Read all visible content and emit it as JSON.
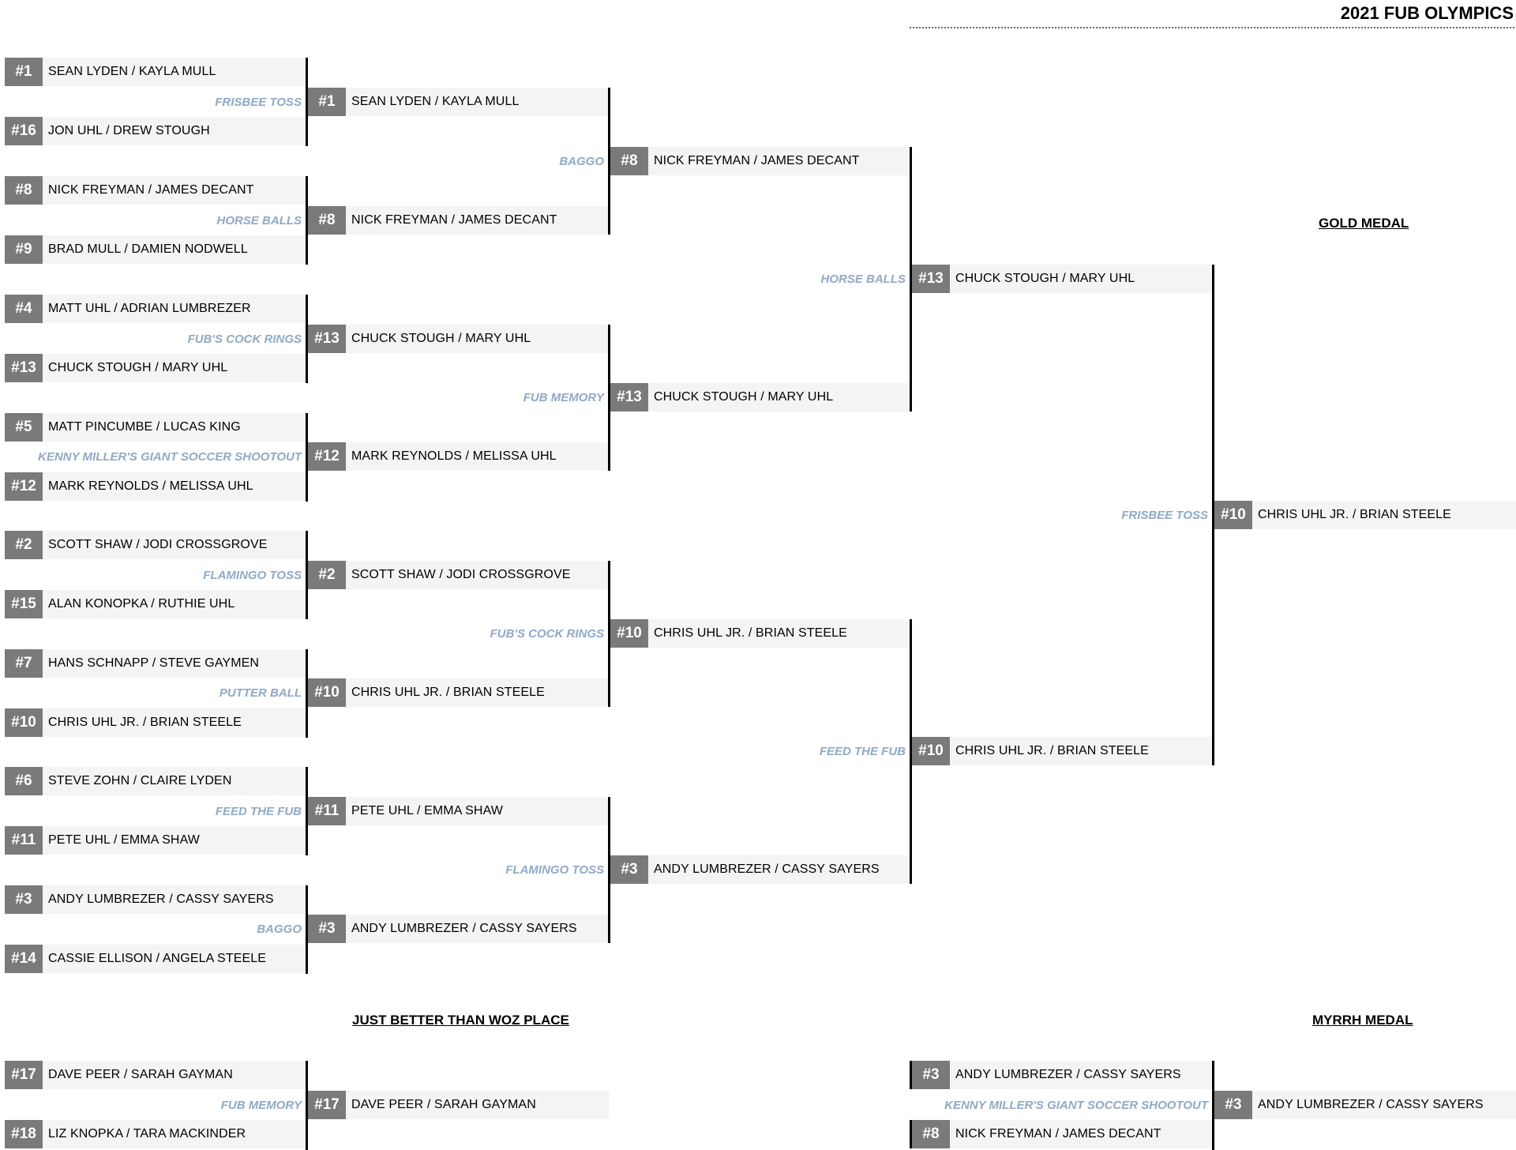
{
  "title": "2021 FUB OLYMPICS",
  "colors": {
    "seed_bg": "#7a7a7a",
    "slot_bg": "#f4f4f4",
    "game_text": "#8fa9c9",
    "line": "#000000"
  },
  "headers": {
    "gold": "GOLD MEDAL",
    "woz": "JUST BETTER THAN WOZ PLACE",
    "myrrh": "MYRRH MEDAL"
  },
  "round1": [
    {
      "seed": "#1",
      "team": "SEAN LYDEN / KAYLA MULL"
    },
    {
      "seed": "#16",
      "team": "JON UHL / DREW STOUGH"
    },
    {
      "seed": "#8",
      "team": "NICK FREYMAN / JAMES DECANT"
    },
    {
      "seed": "#9",
      "team": "BRAD MULL / DAMIEN NODWELL"
    },
    {
      "seed": "#4",
      "team": "MATT UHL / ADRIAN LUMBREZER"
    },
    {
      "seed": "#13",
      "team": "CHUCK STOUGH / MARY UHL"
    },
    {
      "seed": "#5",
      "team": "MATT PINCUMBE / LUCAS KING"
    },
    {
      "seed": "#12",
      "team": "MARK REYNOLDS / MELISSA UHL"
    },
    {
      "seed": "#2",
      "team": "SCOTT SHAW / JODI CROSSGROVE"
    },
    {
      "seed": "#15",
      "team": "ALAN KONOPKA / RUTHIE UHL"
    },
    {
      "seed": "#7",
      "team": "HANS SCHNAPP / STEVE GAYMEN"
    },
    {
      "seed": "#10",
      "team": "CHRIS UHL JR. / BRIAN STEELE"
    },
    {
      "seed": "#6",
      "team": "STEVE ZOHN / CLAIRE LYDEN"
    },
    {
      "seed": "#11",
      "team": "PETE UHL / EMMA SHAW"
    },
    {
      "seed": "#3",
      "team": "ANDY LUMBREZER / CASSY SAYERS"
    },
    {
      "seed": "#14",
      "team": "CASSIE ELLISON / ANGELA STEELE"
    }
  ],
  "round2": [
    {
      "seed": "#1",
      "team": "SEAN LYDEN / KAYLA MULL",
      "game": "FRISBEE TOSS"
    },
    {
      "seed": "#8",
      "team": "NICK FREYMAN / JAMES DECANT",
      "game": "HORSE BALLS"
    },
    {
      "seed": "#13",
      "team": "CHUCK STOUGH / MARY UHL",
      "game": "FUB'S COCK RINGS"
    },
    {
      "seed": "#12",
      "team": "MARK REYNOLDS / MELISSA UHL",
      "game": "KENNY MILLER'S GIANT SOCCER SHOOTOUT"
    },
    {
      "seed": "#2",
      "team": "SCOTT SHAW / JODI CROSSGROVE",
      "game": "FLAMINGO TOSS"
    },
    {
      "seed": "#10",
      "team": "CHRIS UHL JR. / BRIAN STEELE",
      "game": "PUTTER BALL"
    },
    {
      "seed": "#11",
      "team": "PETE UHL / EMMA SHAW",
      "game": "FEED THE FUB"
    },
    {
      "seed": "#3",
      "team": "ANDY LUMBREZER / CASSY SAYERS",
      "game": "BAGGO"
    }
  ],
  "round3": [
    {
      "seed": "#8",
      "team": "NICK FREYMAN / JAMES DECANT",
      "game": "BAGGO"
    },
    {
      "seed": "#13",
      "team": "CHUCK STOUGH / MARY UHL",
      "game": "FUB MEMORY"
    },
    {
      "seed": "#10",
      "team": "CHRIS UHL JR. / BRIAN STEELE",
      "game": "FUB'S COCK RINGS"
    },
    {
      "seed": "#3",
      "team": "ANDY LUMBREZER / CASSY SAYERS",
      "game": "FLAMINGO TOSS"
    }
  ],
  "round4": [
    {
      "seed": "#13",
      "team": "CHUCK STOUGH / MARY UHL",
      "game": "HORSE BALLS"
    },
    {
      "seed": "#10",
      "team": "CHRIS UHL JR. / BRIAN STEELE",
      "game": "FEED THE FUB"
    }
  ],
  "final": {
    "seed": "#10",
    "team": "CHRIS UHL JR. / BRIAN STEELE",
    "game": "FRISBEE TOSS"
  },
  "woz": {
    "entrants": [
      {
        "seed": "#17",
        "team": "DAVE PEER / SARAH GAYMAN"
      },
      {
        "seed": "#18",
        "team": "LIZ KNOPKA / TARA MACKINDER"
      }
    ],
    "winner": {
      "seed": "#17",
      "team": "DAVE PEER / SARAH GAYMAN",
      "game": "FUB MEMORY"
    }
  },
  "myrrh": {
    "entrants": [
      {
        "seed": "#3",
        "team": "ANDY LUMBREZER / CASSY SAYERS"
      },
      {
        "seed": "#8",
        "team": "NICK FREYMAN / JAMES DECANT"
      }
    ],
    "winner": {
      "seed": "#3",
      "team": "ANDY LUMBREZER / CASSY SAYERS",
      "game": "KENNY MILLER'S GIANT SOCCER SHOOTOUT"
    }
  }
}
